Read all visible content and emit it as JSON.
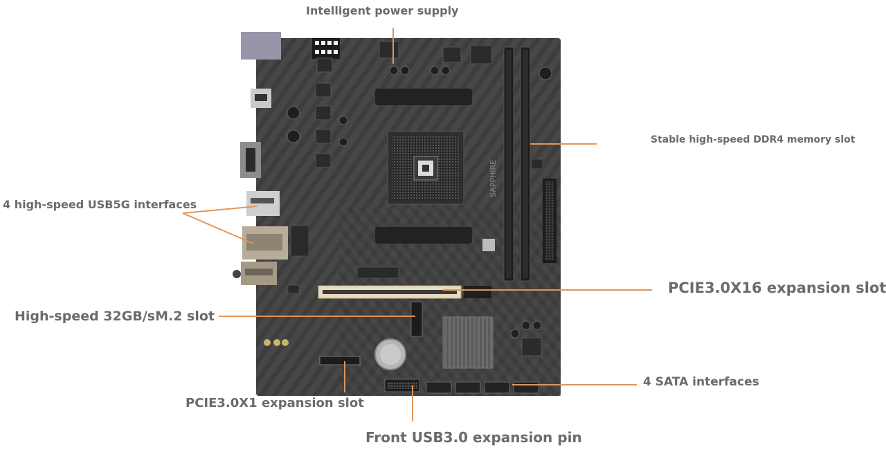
{
  "labels": {
    "power_supply": "Intelligent power supply",
    "ddr4": "Stable high-speed DDR4 memory slot",
    "usb": "4 high-speed USB5G interfaces",
    "pcie_x16": "PCIE3.0X16 expansion slot",
    "m2": "High-speed 32GB/sM.2 slot",
    "sata": "4 SATA interfaces",
    "pcie_x1": "PCIE3.0X1 expansion slot",
    "front_usb3": "Front USB3.0 expansion pin"
  },
  "board_print": {
    "brand": "SAPPHIRE"
  },
  "colors": {
    "background": "#ffffff",
    "label_text": "#6b6b6b",
    "leader_line": "#e0955a",
    "board": "#3f3f3f",
    "board_trace": "#5a5a5a",
    "slot": "#1e1e1e",
    "pcie_slot": "#e8dcc0",
    "io_metal": "#b8ad9a"
  }
}
